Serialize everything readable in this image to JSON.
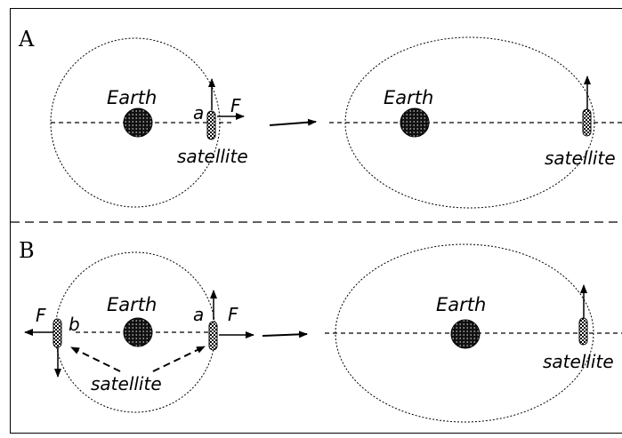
{
  "panels": [
    {
      "label": "A",
      "before": {
        "earth_label": "Earth",
        "point_a_label": "a",
        "force_label": "F",
        "satellite_label": "satellite"
      },
      "after": {
        "earth_label": "Earth",
        "satellite_label": "satellite"
      }
    },
    {
      "label": "B",
      "before": {
        "earth_label": "Earth",
        "point_a_label": "a",
        "point_b_label": "b",
        "force_label_right": "F",
        "force_label_left": "F",
        "satellite_label": "satellite"
      },
      "after": {
        "earth_label": "Earth",
        "satellite_label": "satellite"
      }
    }
  ],
  "colors": {
    "line": "#000000",
    "background": "#ffffff"
  }
}
